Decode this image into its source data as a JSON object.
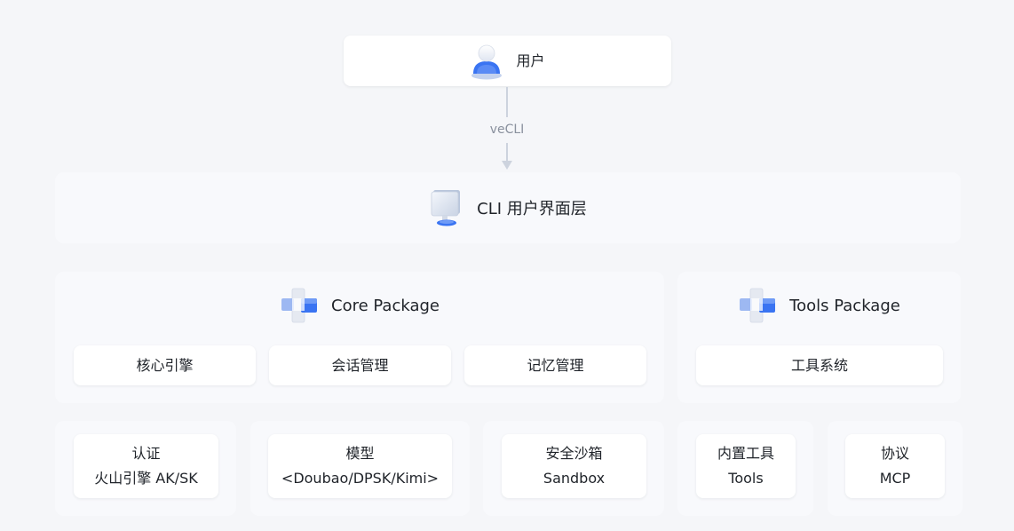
{
  "user": {
    "label": "用户"
  },
  "connector": {
    "label": "veCLI"
  },
  "cli_layer": {
    "title": "CLI 用户界面层"
  },
  "core_package": {
    "title": "Core Package",
    "modules": [
      {
        "label": "核心引擎"
      },
      {
        "label": "会话管理"
      },
      {
        "label": "记忆管理"
      }
    ]
  },
  "tools_package": {
    "title": "Tools Package",
    "modules": [
      {
        "label": "工具系统"
      }
    ]
  },
  "components": [
    {
      "line1": "认证",
      "line2": "火山引擎 AK/SK"
    },
    {
      "line1": "模型",
      "line2": "<Doubao/DPSK/Kimi>"
    },
    {
      "line1": "安全沙箱",
      "line2": "Sandbox"
    },
    {
      "line1": "内置工具",
      "line2": "Tools"
    },
    {
      "line1": "协议",
      "line2": "MCP"
    }
  ],
  "icons": {
    "user": "user-avatar-icon",
    "cli": "monitor-icon",
    "core": "cubes-icon",
    "tools": "cubes-icon"
  },
  "colors": {
    "accent": "#3a74f2",
    "background": "#f5f6f9",
    "panel": "#f8f9fc",
    "card": "#ffffff",
    "connector": "#cdd3de"
  }
}
